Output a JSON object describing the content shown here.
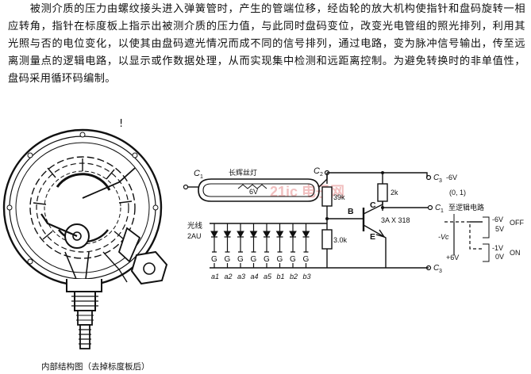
{
  "body_text": "被测介质的压力由螺纹接头进入弹簧管时，产生的管端位移，经齿轮的放大机构使指针和盘码旋转一相应转角，指针在标度板上指示出被测介质的压力值，与此同时盘码变位，改变光电管组的照光排列，利用其光照与否的电位变化，以使其由盘码遮光情况而成不同的信号排列，通过电路，变为脉冲信号输出，传至远离测量点的逻辑电路，以显示或作数据处理，从而实现集中检测和远距离控制。为避免转换时的非单值性，盘码采用循环码编制。",
  "figure_left": {
    "caption": "内部结构图（去掉标度板后）",
    "mark": "!"
  },
  "figure_right": {
    "lamp_label": "长辉丝灯",
    "lamp_voltage": "6V",
    "c1_left": "C",
    "c1_left_sub": "1",
    "c2_label": "C",
    "c2_sub": "2",
    "photo_label_1": "光线",
    "photo_label_2": "2AU",
    "c3_top_label": "C",
    "c3_top_sub": "3",
    "c3_top_value": "-6V",
    "c1_right_label": "C",
    "c1_right_sub": "1",
    "c1_right_text": "至逻辑电路",
    "c3_bottom_label": "C",
    "c3_bottom_sub": "3",
    "c3_bottom_value": "+6V",
    "r1": "39k",
    "r2": "2k",
    "r3": "3.0k",
    "base_label": "B",
    "collector_label": "C",
    "emitter_label": "E",
    "transistor": "3A X 318",
    "state_label": "(0, 1)",
    "vc_label": "-Vc",
    "level_high": "-6V",
    "level_high2": "5V",
    "off_label": "OFF",
    "level_low": "-1V",
    "level_low2": "0V",
    "on_label": "ON",
    "g_label": "G",
    "code_labels": [
      "a1",
      "a2",
      "a3",
      "a4",
      "a5",
      "b1",
      "b2",
      "b3"
    ],
    "watermark": "21ic 电子网"
  }
}
